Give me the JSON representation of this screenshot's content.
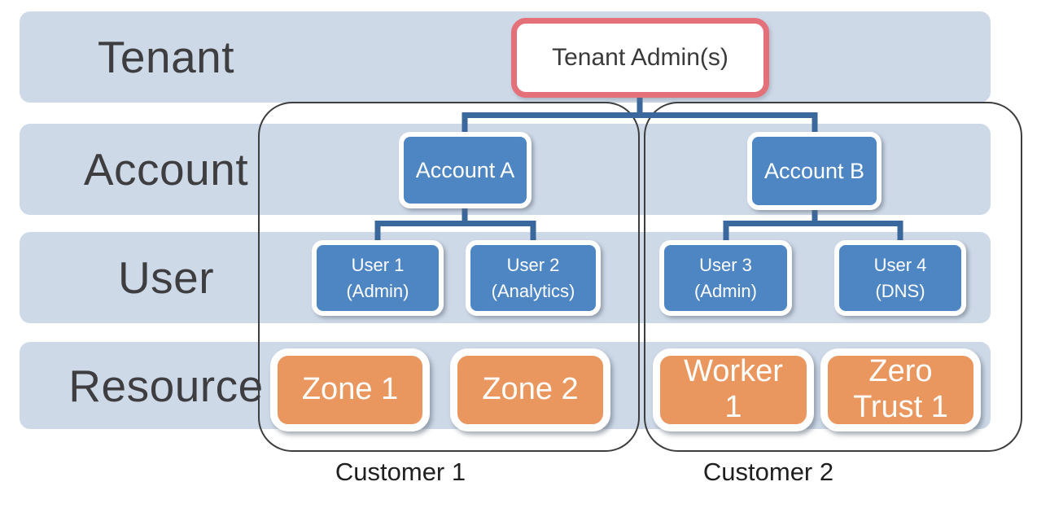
{
  "diagram": {
    "rows": [
      {
        "label": "Tenant"
      },
      {
        "label": "Account"
      },
      {
        "label": "User"
      },
      {
        "label": "Resource"
      }
    ],
    "tenant_admin": {
      "label": "Tenant Admin(s)"
    },
    "accounts": [
      {
        "label": "Account A"
      },
      {
        "label": "Account B"
      }
    ],
    "users": [
      {
        "line1": "User 1",
        "line2": "(Admin)"
      },
      {
        "line1": "User 2",
        "line2": "(Analytics)"
      },
      {
        "line1": "User 3",
        "line2": "(Admin)"
      },
      {
        "line1": "User 4",
        "line2": "(DNS)"
      }
    ],
    "resources": [
      {
        "label": "Zone 1"
      },
      {
        "label": "Zone 2"
      },
      {
        "label": "Worker 1"
      },
      {
        "label": "Zero Trust 1"
      }
    ],
    "groups": [
      {
        "label": "Customer 1"
      },
      {
        "label": "Customer 2"
      }
    ],
    "colors": {
      "band": "#CED9E8",
      "node_blue": "#4E86C4",
      "node_orange": "#E9975E",
      "admin_border": "#E4707A",
      "connector": "#3A679C",
      "group_outline": "#3D3E40",
      "row_label_text": "#3E3E40"
    }
  }
}
